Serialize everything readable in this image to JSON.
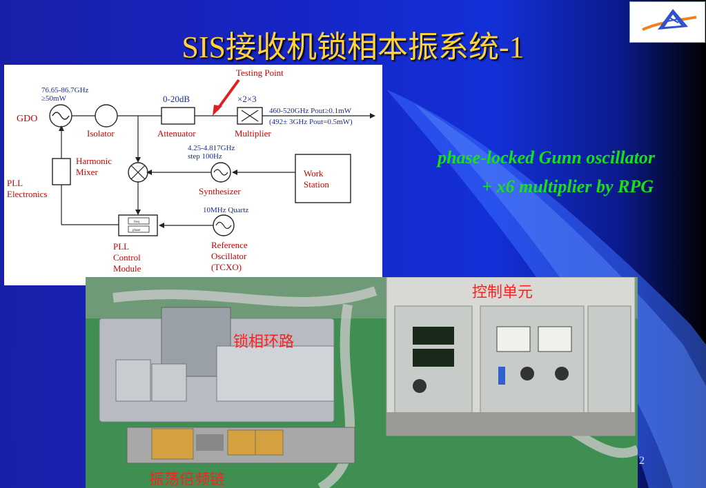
{
  "slide": {
    "title": "SIS接收机锁相本振系统-1",
    "caption_line1": "phase-locked Gunn oscillator",
    "caption_line2": "+ x6 multiplier by RPG",
    "page_number": "2"
  },
  "diagram": {
    "gdo_label": "GDO",
    "gdo_freq": "76.65-86.7GHz",
    "gdo_power": "≥50mW",
    "isolator_label": "Isolator",
    "attenuator_range": "0-20dB",
    "attenuator_label": "Attenuator",
    "testing_point": "Testing Point",
    "multiplier_factor": "×2×3",
    "multiplier_label": "Multiplier",
    "output_line1": "460-520GHz Pout≥0.1mW",
    "output_line2": "(492± 3GHz Pout=0.5mW)",
    "harmonic_mixer_line1": "Harmonic",
    "harmonic_mixer_line2": "Mixer",
    "synth_freq": "4.25-4.817GHz",
    "synth_step": "step 100Hz",
    "synthesizer_label": "Synthesizer",
    "workstation_line1": "Work",
    "workstation_line2": "Station",
    "pll_electronics_line1": "PLL",
    "pll_electronics_line2": "Electronics",
    "pll_ctrl_line1": "PLL",
    "pll_ctrl_line2": "Control",
    "pll_ctrl_line3": "Module",
    "pll_box_top": "freq",
    "pll_box_bottom": "phase",
    "quartz_label": "10MHz Quartz",
    "ref_line1": "Reference",
    "ref_line2": "Oscillator",
    "ref_line3": "(TCXO)"
  },
  "photo": {
    "label_control_unit": "控制单元",
    "label_pll": "锁相环路",
    "label_multiplier_chain": "振荡倍频链"
  },
  "colors": {
    "title": "#ffd23a",
    "caption": "#18e018",
    "photo_label": "#ff2020",
    "diagram_red": "#cc0000",
    "diagram_blue": "#1a2aa0"
  }
}
